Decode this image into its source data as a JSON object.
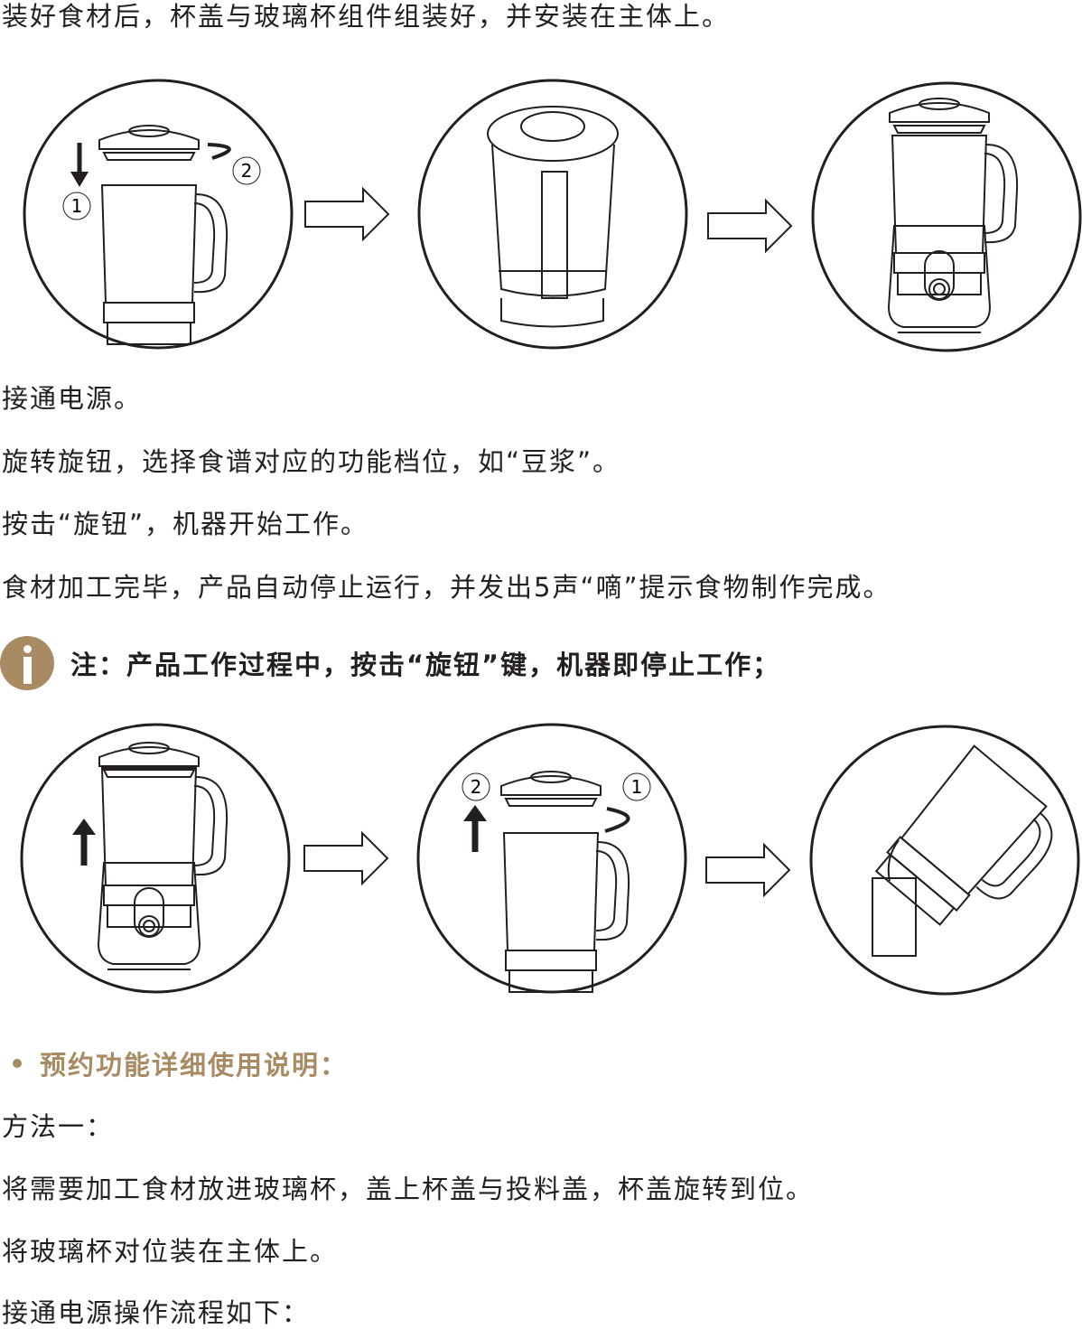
{
  "intro": "装好食材后，杯盖与玻璃杯组件组装好，并安装在主体上。",
  "steps": [
    "接通电源。",
    "旋转旋钮，选择食谱对应的功能档位，如“豆浆”。",
    "按击“旋钮”，机器开始工作。",
    "食材加工完毕，产品自动停止运行，并发出5声“嘀”提示食物制作完成。"
  ],
  "note": "注：产品工作过程中，按击“旋钮”键，机器即停止工作；",
  "section_title": "预约功能详细使用说明：",
  "method_title": "方法一：",
  "method_steps": [
    "将需要加工食材放进玻璃杯，盖上杯盖与投料盖，杯盖旋转到位。",
    "将玻璃杯对位装在主体上。",
    "接通电源操作流程如下："
  ],
  "figure_labels": {
    "one": "1",
    "two": "2"
  },
  "accent_color": "#a88a63"
}
